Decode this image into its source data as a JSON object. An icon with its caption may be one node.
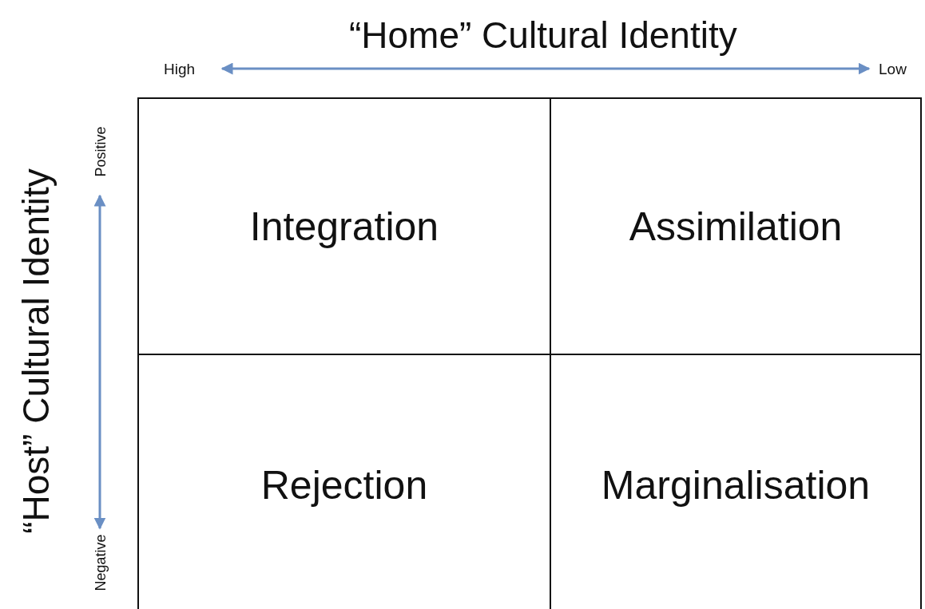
{
  "diagram": {
    "nodes": [
      {
        "text": [
          "Integration"
        ]
      },
      {
        "text": [
          "Assimilation"
        ]
      },
      {
        "text": [
          "Rejection"
        ]
      },
      {
        "text": [
          "Marginalisation"
        ]
      }
    ],
    "labels": [
      "“Home” Cultural Identity",
      "High",
      "Low",
      "“Host” Cultural Identity",
      "Positive",
      "Negative"
    ]
  }
}
